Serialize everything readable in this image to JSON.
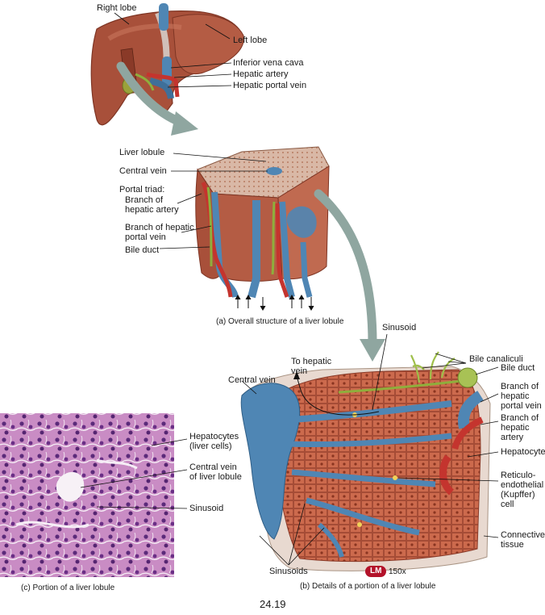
{
  "panel_a": {
    "liver_labels": {
      "right_lobe": "Right lobe",
      "left_lobe": "Left lobe",
      "inferior_vena_cava": "Inferior vena cava",
      "hepatic_artery": "Hepatic artery",
      "hepatic_portal_vein": "Hepatic portal vein"
    },
    "lobule_labels": {
      "liver_lobule": "Liver lobule",
      "central_vein": "Central vein",
      "portal_triad": "Portal triad:",
      "branch_hepatic_artery": "Branch of\nhepatic artery",
      "branch_hepatic_portal_vein": "Branch of hepatic\nportal vein",
      "bile_duct": "Bile duct"
    },
    "caption": "(a) Overall structure of a liver lobule"
  },
  "panel_b": {
    "labels": {
      "sinusoid": "Sinusoid",
      "to_hepatic_vein": "To hepatic\nvein",
      "central_vein": "Central vein",
      "bile_canaliculi": "Bile canaliculi",
      "bile_duct": "Bile duct",
      "branch_hepatic_portal_vein": "Branch of\nhepatic\nportal vein",
      "branch_hepatic_artery": "Branch of\nhepatic\nartery",
      "hepatocyte": "Hepatocyte",
      "kupffer_cell": "Reticulo-\nendothelial\n(Kupffer) cell",
      "connective_tissue": "Connective\ntissue",
      "sinusoids": "Sinusoids"
    },
    "caption": "(b) Details of a portion of a liver lobule"
  },
  "panel_c": {
    "labels": {
      "hepatocytes": "Hepatocytes\n(liver cells)",
      "central_vein": "Central vein\nof liver lobule",
      "sinusoid": "Sinusoid"
    },
    "badge": "LM",
    "magnification": "150x",
    "caption": "(c) Portion of a liver lobule"
  },
  "figure_number": "24.19",
  "colors": {
    "liver": "#a8503a",
    "liver_dark": "#7e3524",
    "vein_blue": "#4f86b4",
    "artery_red": "#c4342e",
    "bile_green": "#8fae3c",
    "hepatocyte": "#cc6a4d",
    "tissue_pink": "#c98cc4",
    "nuclei": "#5b2a7a",
    "badge_red": "#b3122a",
    "arrow_grey": "#8fa6a0"
  }
}
